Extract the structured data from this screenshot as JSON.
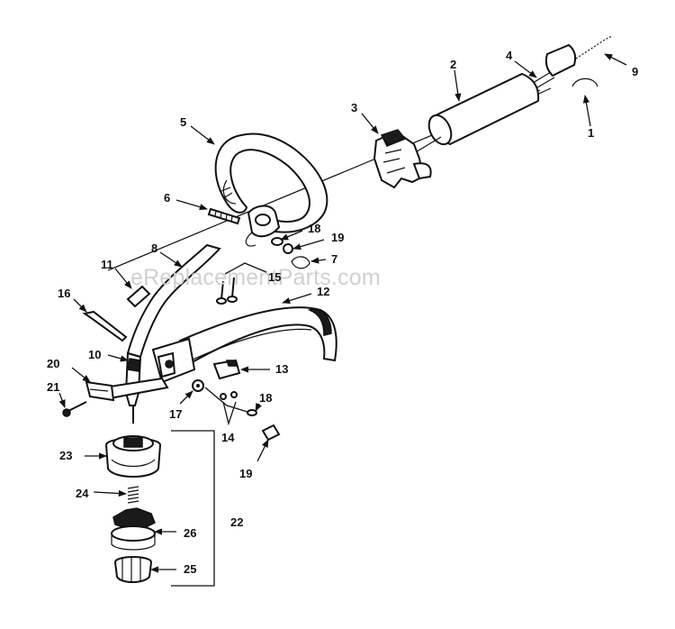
{
  "watermark": "eReplacementParts.com",
  "callouts": {
    "p1": "1",
    "p2": "2",
    "p3": "3",
    "p4": "4",
    "p5": "5",
    "p6": "6",
    "p7": "7",
    "p8": "8",
    "p9": "9",
    "p10": "10",
    "p11": "11",
    "p12": "12",
    "p13": "13",
    "p14": "14",
    "p15": "15",
    "p16": "16",
    "p17": "17",
    "p18a": "18",
    "p18b": "18",
    "p19a": "19",
    "p19b": "19",
    "p20": "20",
    "p21": "21",
    "p22": "22",
    "p23": "23",
    "p24": "24",
    "p25": "25",
    "p26": "26"
  }
}
